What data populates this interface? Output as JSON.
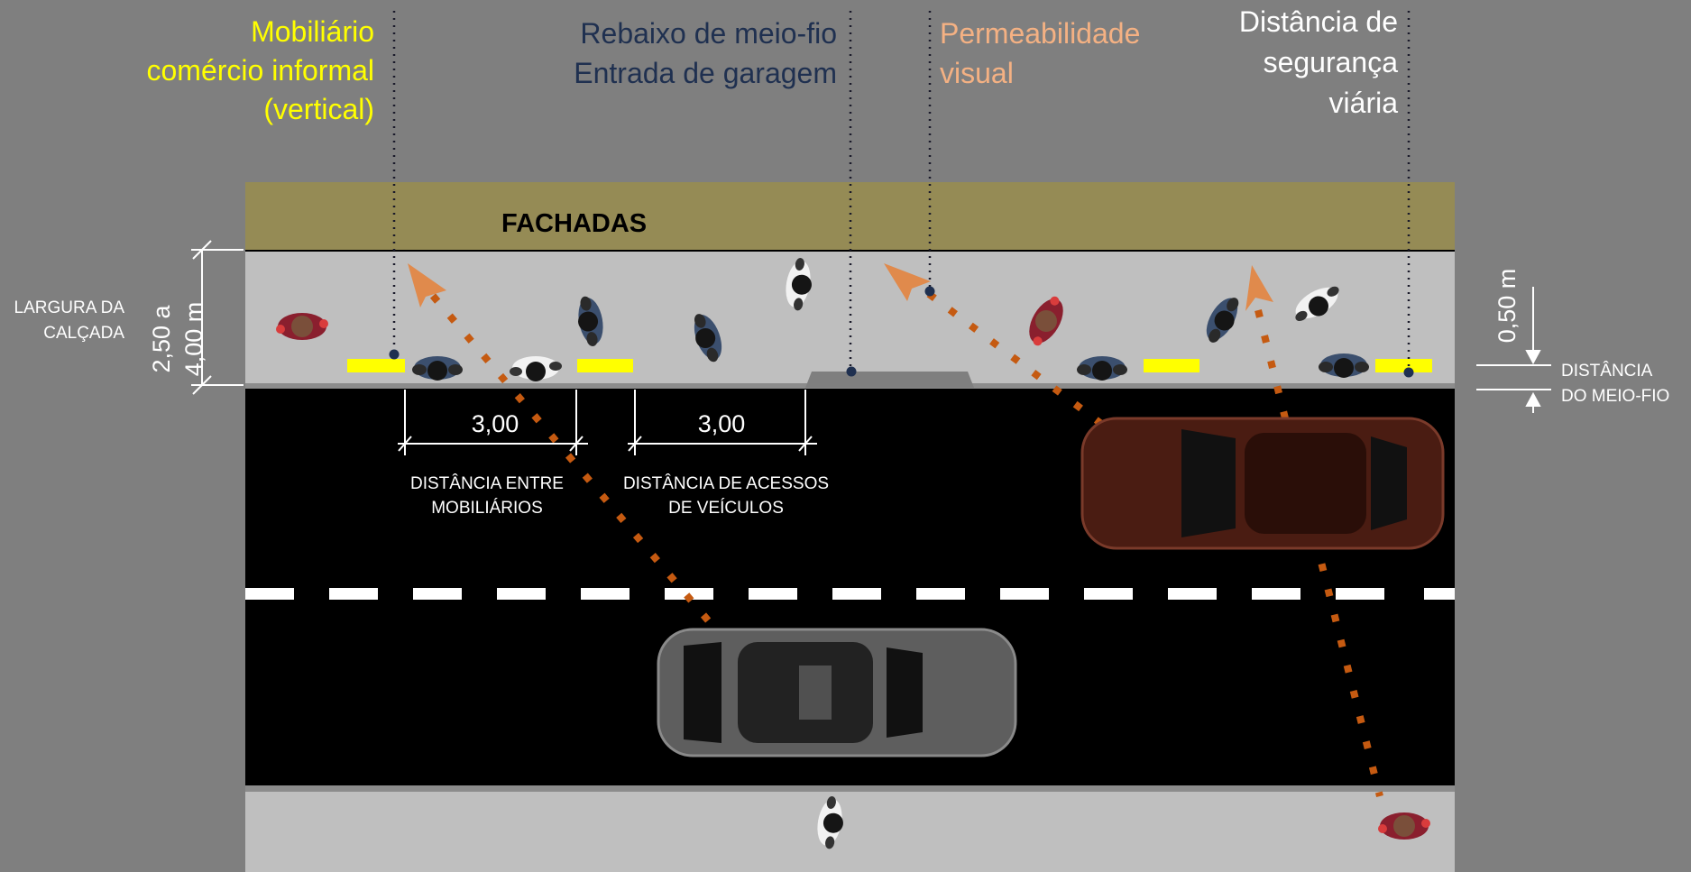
{
  "colors": {
    "background": "#7f7f7f",
    "facade": "#958b55",
    "sidewalk": "#bfbfbf",
    "road": "#000000",
    "curb_ramp": "#808080",
    "furniture": "#ffff00",
    "sightline": "#c55a11",
    "arrow": "#e08a4c",
    "label_yellow": "#ffff00",
    "label_navy": "#1f3050",
    "label_orange": "#f4b183",
    "label_white": "#ffffff"
  },
  "labels": {
    "mobiliario": [
      "Mobiliário",
      "comércio informal",
      "(vertical)"
    ],
    "rebaixo": [
      "Rebaixo de meio-fio",
      "Entrada de garagem"
    ],
    "permeabilidade": [
      "Permeabilidade",
      "visual"
    ],
    "distancia_seguranca": [
      "Distância de",
      "segurança",
      "viária"
    ],
    "fachadas": "FACHADAS",
    "largura_calcada": [
      "LARGURA DA",
      "CALÇADA"
    ],
    "largura_valor": [
      "2,50 a",
      "4,00 m"
    ],
    "dist_mobiliarios_valor": "3,00",
    "dist_mobiliarios": [
      "DISTÂNCIA ENTRE",
      "MOBILIÁRIOS"
    ],
    "dist_acessos_valor": "3,00",
    "dist_acessos": [
      "DISTÂNCIA DE ACESSOS",
      "DE VEÍCULOS"
    ],
    "meio_fio_valor": "0,50 m",
    "meio_fio": [
      "DISTÂNCIA",
      "DO MEIO-FIO"
    ]
  },
  "icons": {
    "pedestrians": "pedestrian-top-view-icon",
    "cars": "car-top-view-icon",
    "arrows": "sight-arrow-icon"
  }
}
